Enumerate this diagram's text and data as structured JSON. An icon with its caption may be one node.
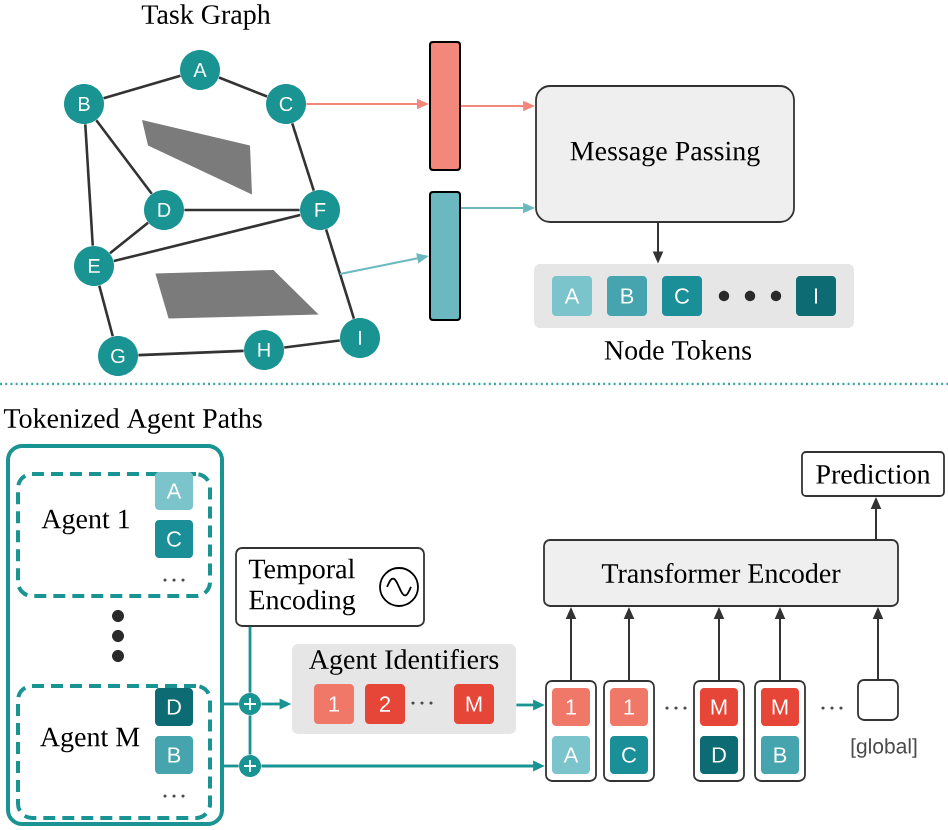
{
  "diagram": {
    "nodes": [
      {
        "text": [
          "A"
        ]
      },
      {
        "text": [
          "B"
        ]
      },
      {
        "text": [
          "C"
        ]
      },
      {
        "text": [
          "D"
        ]
      },
      {
        "text": [
          "E"
        ]
      },
      {
        "text": [
          "F"
        ]
      },
      {
        "text": [
          "G"
        ]
      },
      {
        "text": [
          "H"
        ]
      },
      {
        "text": [
          "I"
        ]
      },
      {
        "text": [],
        "shape": "bar"
      },
      {
        "text": [],
        "shape": "bar"
      },
      {
        "text": [
          "Message Passing"
        ]
      },
      {
        "text": [],
        "shape": "box",
        "beside": [
          "Node Tokens"
        ]
      },
      {
        "text": [
          "A"
        ],
        "in": 12
      },
      {
        "text": [
          "B"
        ],
        "in": 12
      },
      {
        "text": [
          "C"
        ],
        "in": 12
      },
      {
        "text": [
          "I"
        ],
        "in": 12
      },
      {
        "text": [
          "Tokenized Agent Paths"
        ]
      },
      {
        "text": [
          "Agent 1"
        ],
        "in": 17
      },
      {
        "text": [
          "A"
        ],
        "in": 18
      },
      {
        "text": [
          "C"
        ],
        "in": 18
      },
      {
        "text": [
          "Agent M"
        ],
        "in": 17
      },
      {
        "text": [
          "D"
        ],
        "in": 21
      },
      {
        "text": [
          "B"
        ],
        "in": 21
      },
      {
        "text": [
          "Temporal Encoding"
        ]
      },
      {
        "text": [],
        "shape": "circle"
      },
      {
        "text": [],
        "shape": "circle"
      },
      {
        "text": [
          "Agent Identifiers"
        ]
      },
      {
        "text": [
          "1"
        ],
        "in": 27
      },
      {
        "text": [
          "2"
        ],
        "in": 27
      },
      {
        "text": [
          "M"
        ],
        "in": 27
      },
      {
        "text": [
          "Transformer Encoder"
        ]
      },
      {
        "text": [
          "Prediction"
        ]
      },
      {
        "text": [],
        "shape": "box"
      },
      {
        "text": [
          "1"
        ],
        "in": 33
      },
      {
        "text": [
          "A"
        ],
        "in": 33
      },
      {
        "text": [],
        "shape": "box"
      },
      {
        "text": [
          "1"
        ],
        "in": 36
      },
      {
        "text": [
          "C"
        ],
        "in": 36
      },
      {
        "text": [],
        "shape": "box"
      },
      {
        "text": [
          "M"
        ],
        "in": 39
      },
      {
        "text": [
          "D"
        ],
        "in": 39
      },
      {
        "text": [],
        "shape": "box"
      },
      {
        "text": [
          "M"
        ],
        "in": 42
      },
      {
        "text": [
          "B"
        ],
        "in": 42
      },
      {
        "text": [],
        "shape": "box",
        "beside": [
          "[global]"
        ]
      },
      {
        "text": [],
        "shape": "polygon"
      },
      {
        "text": [],
        "shape": "polygon"
      }
    ],
    "edges": [
      {
        "from": 0,
        "to": 1,
        "arrow": "none"
      },
      {
        "from": 0,
        "to": 2,
        "arrow": "none"
      },
      {
        "from": 1,
        "to": 3,
        "arrow": "none"
      },
      {
        "from": 1,
        "to": 4,
        "arrow": "none"
      },
      {
        "from": 2,
        "to": 5,
        "arrow": "none"
      },
      {
        "from": 3,
        "to": 5,
        "arrow": "none"
      },
      {
        "from": 3,
        "to": 4,
        "arrow": "none"
      },
      {
        "from": 4,
        "to": 5,
        "arrow": "none"
      },
      {
        "from": 4,
        "to": 6,
        "arrow": "none"
      },
      {
        "from": 5,
        "to": 8,
        "arrow": "none"
      },
      {
        "from": 6,
        "to": 7,
        "arrow": "none"
      },
      {
        "from": 7,
        "to": 8,
        "arrow": "none"
      },
      {
        "from": 2,
        "to": 9,
        "arrow": "to",
        "color": "#f4877b"
      },
      {
        "from": 9,
        "to": 11,
        "arrow": "to",
        "color": "#f4877b"
      },
      {
        "from": null,
        "to": 10,
        "arrow": "to",
        "color": "#6cb8c1"
      },
      {
        "from": 10,
        "to": 11,
        "arrow": "to",
        "color": "#6cb8c1"
      },
      {
        "from": 11,
        "to": 12,
        "arrow": "to"
      },
      {
        "from": 17,
        "to": 25,
        "arrow": "none",
        "color": "#1a9393"
      },
      {
        "from": 17,
        "to": 26,
        "arrow": "none",
        "color": "#1a9393"
      },
      {
        "from": 24,
        "to": 25,
        "arrow": "none",
        "color": "#1a9393"
      },
      {
        "from": 25,
        "to": 26,
        "arrow": "none",
        "color": "#1a9393"
      },
      {
        "from": 25,
        "to": 27,
        "arrow": "to",
        "color": "#1a9393"
      },
      {
        "from": 27,
        "to": 33,
        "arrow": "to",
        "color": "#1a9393"
      },
      {
        "from": 26,
        "to": 33,
        "arrow": "to",
        "color": "#1a9393"
      },
      {
        "from": 33,
        "to": 31,
        "arrow": "to"
      },
      {
        "from": 36,
        "to": 31,
        "arrow": "to"
      },
      {
        "from": 39,
        "to": 31,
        "arrow": "to"
      },
      {
        "from": 42,
        "to": 31,
        "arrow": "to"
      },
      {
        "from": 45,
        "to": 31,
        "arrow": "to"
      },
      {
        "from": 31,
        "to": 32,
        "arrow": "to"
      }
    ],
    "labels": [
      "Task Graph"
    ]
  }
}
